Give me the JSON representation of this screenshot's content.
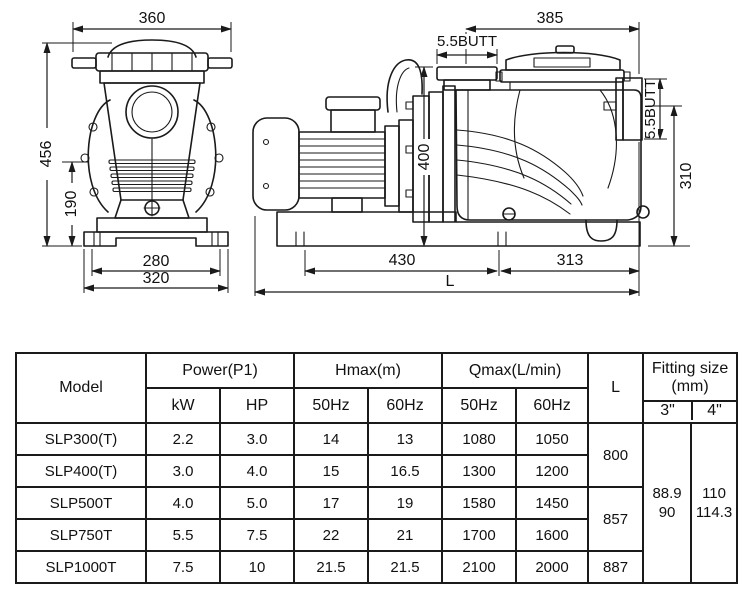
{
  "colors": {
    "line": "#1a1a1a",
    "background": "#ffffff"
  },
  "drawing": {
    "front": {
      "top_width": "360",
      "total_height": "456",
      "base_height": "190",
      "foot_inner_width": "280",
      "foot_outer_width": "320"
    },
    "side": {
      "body_width": "385",
      "inlet_size": "5.5BUTT",
      "outlet_size": "5.5BUTT",
      "flange_height": "400",
      "outlet_height": "310",
      "motor_length": "430",
      "pump_length": "313",
      "total_length": "L"
    }
  },
  "table": {
    "header": {
      "model": "Model",
      "power": "Power(P1)",
      "hmax": "Hmax(m)",
      "qmax": "Qmax(L/min)",
      "l": "L",
      "fitting_line1": "Fitting size",
      "fitting_line2": "(mm)",
      "kw": "kW",
      "hp": "HP",
      "hmax_50hz": "50Hz",
      "hmax_60hz": "60Hz",
      "qmax_50hz": "50Hz",
      "qmax_60hz": "60Hz",
      "size_3": "3\"",
      "size_4": "4\""
    },
    "rows": [
      {
        "model": "SLP300(T)",
        "kw": "2.2",
        "hp": "3.0",
        "hmax50": "14",
        "hmax60": "13",
        "qmax50": "1080",
        "qmax60": "1050"
      },
      {
        "model": "SLP400(T)",
        "kw": "3.0",
        "hp": "4.0",
        "hmax50": "15",
        "hmax60": "16.5",
        "qmax50": "1300",
        "qmax60": "1200"
      },
      {
        "model": "SLP500T",
        "kw": "4.0",
        "hp": "5.0",
        "hmax50": "17",
        "hmax60": "19",
        "qmax50": "1580",
        "qmax60": "1450"
      },
      {
        "model": "SLP750T",
        "kw": "5.5",
        "hp": "7.5",
        "hmax50": "22",
        "hmax60": "21",
        "qmax50": "1700",
        "qmax60": "1600"
      },
      {
        "model": "SLP1000T",
        "kw": "7.5",
        "hp": "10",
        "hmax50": "21.5",
        "hmax60": "21.5",
        "qmax50": "2100",
        "qmax60": "2000"
      }
    ],
    "l_groups": [
      {
        "value": "800"
      },
      {
        "value": "857"
      },
      {
        "value": "887"
      }
    ],
    "fitting": {
      "col3_line1": "88.9",
      "col3_line2": "90",
      "col4_line1": "110",
      "col4_line2": "114.3"
    }
  }
}
